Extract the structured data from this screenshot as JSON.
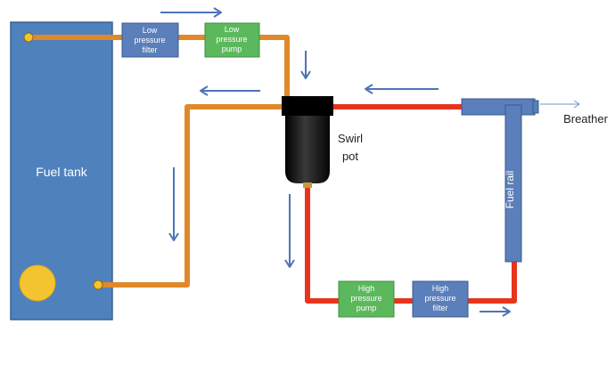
{
  "colors": {
    "tank": "#4f81bd",
    "tank_border": "#3a6190",
    "filter": "#5b7fba",
    "pump": "#5cb85c",
    "pump_border": "#3f8f3f",
    "low_pressure_line": "#e0892a",
    "high_pressure_line": "#e8341c",
    "arrow": "#4f73b8",
    "fill_cap": "#f4c430",
    "pot": "#111111",
    "breather_arrow": "#7a96c8"
  },
  "fuel_tank": {
    "label": "Fuel tank"
  },
  "low_pressure_filter": {
    "line1": "Low",
    "line2": "pressure",
    "line3": "filter"
  },
  "low_pressure_pump": {
    "line1": "Low",
    "line2": "pressure",
    "line3": "pump"
  },
  "swirl_pot": {
    "line1": "Swirl",
    "line2": "pot"
  },
  "high_pressure_pump": {
    "line1": "High",
    "line2": "pressure",
    "line3": "pump"
  },
  "high_pressure_filter": {
    "line1": "High",
    "line2": "pressure",
    "line3": "filter"
  },
  "fuel_rail": {
    "label": "Fuel rail"
  },
  "breather": {
    "label": "Breather"
  }
}
